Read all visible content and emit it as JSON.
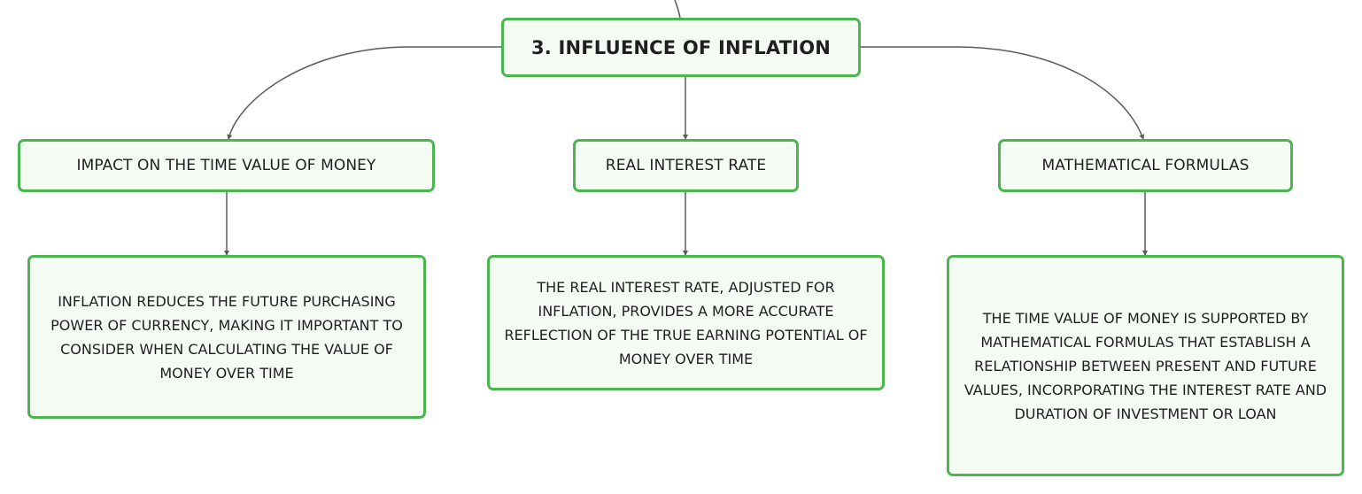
{
  "root": {
    "label": "3. INFLUENCE OF INFLATION"
  },
  "categories": [
    {
      "label": "IMPACT ON THE TIME VALUE OF MONEY",
      "detail": "INFLATION REDUCES THE FUTURE PURCHASING POWER OF CURRENCY, MAKING IT IMPORTANT TO CONSIDER WHEN CALCULATING THE VALUE OF MONEY OVER TIME"
    },
    {
      "label": "REAL INTEREST RATE",
      "detail": "THE REAL INTEREST RATE, ADJUSTED FOR INFLATION, PROVIDES A MORE ACCURATE REFLECTION OF THE TRUE EARNING POTENTIAL OF MONEY OVER TIME"
    },
    {
      "label": "MATHEMATICAL FORMULAS",
      "detail": "THE TIME VALUE OF MONEY IS SUPPORTED BY MATHEMATICAL FORMULAS THAT ESTABLISH A RELATIONSHIP BETWEEN PRESENT AND FUTURE VALUES, INCORPORATING THE INTEREST RATE AND DURATION OF INVESTMENT OR LOAN"
    }
  ],
  "colors": {
    "node_border": "#4bb54f",
    "node_fill": "#f3fbf3",
    "connector": "#5a5a5a"
  }
}
